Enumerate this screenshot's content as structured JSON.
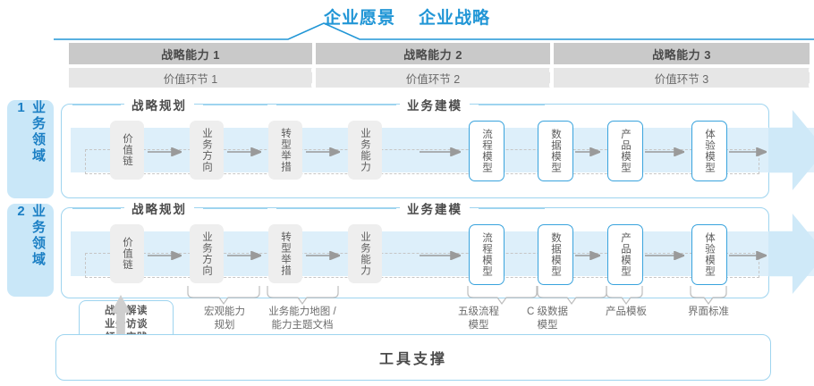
{
  "header": {
    "vision": "企业愿景",
    "strategy": "企业战略"
  },
  "capabilities": [
    {
      "label": "战略能力 1",
      "value_label": "价值环节 1"
    },
    {
      "label": "战略能力 2",
      "value_label": "价值环节 2"
    },
    {
      "label": "战略能力 3",
      "value_label": "价值环节 3"
    }
  ],
  "domains": [
    {
      "label": "业务领域 1"
    },
    {
      "label": "业务领域 2"
    }
  ],
  "groups": [
    {
      "title": "战略规划"
    },
    {
      "title": "业务建模"
    }
  ],
  "steps": [
    {
      "label": "价值链",
      "style": "gray"
    },
    {
      "label": "业务方向",
      "style": "gray"
    },
    {
      "label": "转型举措",
      "style": "gray"
    },
    {
      "label": "业务能力",
      "style": "gray"
    },
    {
      "label": "流程模型",
      "style": "blue"
    },
    {
      "label": "数据模型",
      "style": "blue"
    },
    {
      "label": "产品模型",
      "style": "blue"
    },
    {
      "label": "体验模型",
      "style": "blue"
    }
  ],
  "notes": [
    {
      "lines": "战略解读\n业务访谈\n领先实践"
    },
    {
      "lines": "宏观能力\n规划"
    },
    {
      "lines": "业务能力地图 /\n能力主题文档"
    },
    {
      "lines": "五级流程\n模型"
    },
    {
      "lines": "C 级数据\n模型"
    },
    {
      "lines": "产品模板"
    },
    {
      "lines": "界面标准"
    }
  ],
  "footer": {
    "tool_support": "工具支撑"
  },
  "colors": {
    "accent_blue": "#2196d6",
    "border_blue": "#9ed4ef",
    "box_blue": "#39a3dd",
    "domain_bg": "#c9e7f8",
    "band_dark": "#c9c9c9",
    "band_light": "#e6e6e6",
    "step_gray": "#eeeeee",
    "flow_band": "#ddeffa",
    "flow_arrow": "#cfe9f8"
  }
}
